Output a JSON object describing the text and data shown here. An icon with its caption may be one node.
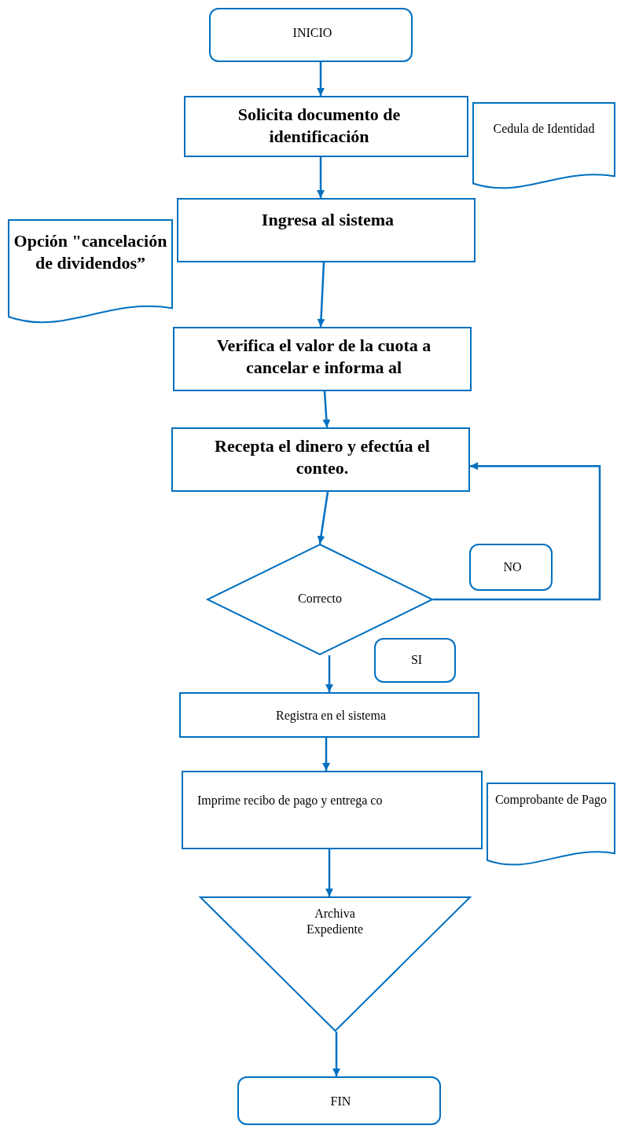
{
  "diagram": {
    "nodes": [
      {
        "text": [
          "INICIO"
        ]
      },
      {
        "text": [
          "Solicita documento de identificación"
        ]
      },
      {
        "text": [
          "Cedula de Identidad"
        ]
      },
      {
        "text": [
          "Ingresa al sistema"
        ]
      },
      {
        "text": [
          "Opción \"cancelación de dividendos”"
        ]
      },
      {
        "text": [
          "Verifica el valor de la cuota a cancelar e informa al"
        ]
      },
      {
        "text": [
          "Recepta el dinero y efectúa el conteo."
        ]
      },
      {
        "text": [
          "Correcto"
        ]
      },
      {
        "text": [
          "NO"
        ]
      },
      {
        "text": [
          "SI"
        ]
      },
      {
        "text": [
          "Registra en el sistema"
        ]
      },
      {
        "text": [
          "Imprime recibo de pago y entrega co"
        ]
      },
      {
        "text": [
          "Comprobante de Pago"
        ]
      },
      {
        "text": [
          "Archiva Expediente"
        ]
      },
      {
        "text": [
          "FIN"
        ]
      }
    ],
    "edges": [
      {
        "from": 0,
        "to": 1,
        "arrow": "to"
      },
      {
        "from": 1,
        "to": 3,
        "arrow": "to"
      },
      {
        "from": 3,
        "to": 5,
        "arrow": "to"
      },
      {
        "from": 5,
        "to": 6,
        "arrow": "to"
      },
      {
        "from": 6,
        "to": 7,
        "arrow": "to"
      },
      {
        "from": 7,
        "to": 6,
        "arrow": "to"
      },
      {
        "from": 7,
        "to": 10,
        "arrow": "to"
      },
      {
        "from": 10,
        "to": 11,
        "arrow": "to"
      },
      {
        "from": 11,
        "to": 13,
        "arrow": "to"
      },
      {
        "from": 13,
        "to": 14,
        "arrow": "to"
      }
    ]
  }
}
